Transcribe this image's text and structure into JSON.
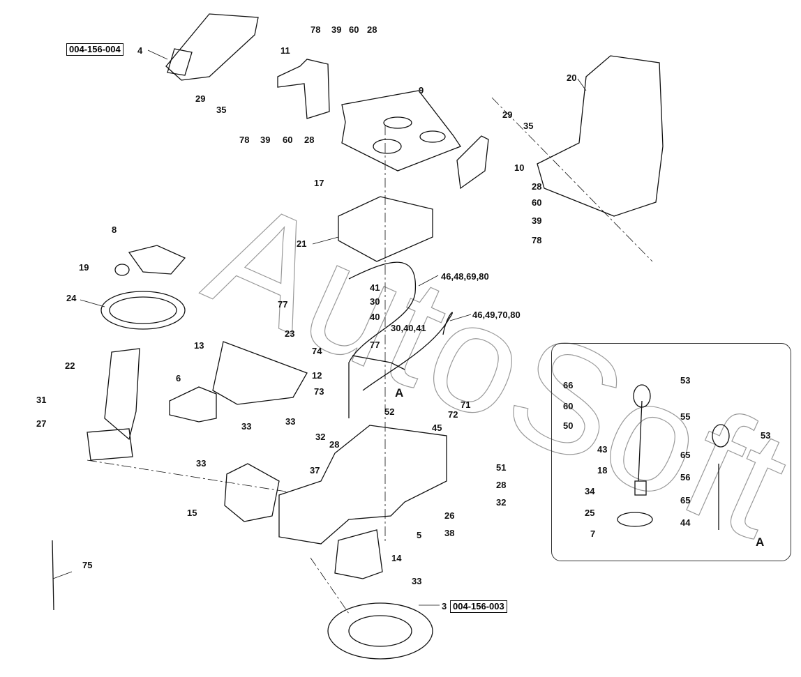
{
  "watermark": "AutoSoft",
  "references": [
    {
      "part": "4",
      "code": "004-156-004"
    },
    {
      "part": "3",
      "code": "004-156-003"
    }
  ],
  "callouts": [
    "78",
    "39",
    "60",
    "28",
    "11",
    "29",
    "35",
    "9",
    "20",
    "78",
    "39",
    "60",
    "28",
    "29",
    "35",
    "10",
    "17",
    "28",
    "60",
    "39",
    "78",
    "21",
    "8",
    "19",
    "46,48,69,80",
    "41",
    "77",
    "30",
    "24",
    "46,49,70,80",
    "40",
    "30,40,41",
    "23",
    "13",
    "74",
    "12",
    "22",
    "6",
    "73",
    "66",
    "53",
    "A",
    "71",
    "31",
    "60",
    "55",
    "52",
    "72",
    "27",
    "33",
    "33",
    "50",
    "32",
    "45",
    "28",
    "53",
    "65",
    "43",
    "33",
    "51",
    "37",
    "18",
    "56",
    "28",
    "34",
    "65",
    "32",
    "15",
    "25",
    "26",
    "44",
    "7",
    "5",
    "38",
    "A",
    "75",
    "14",
    "33",
    "77"
  ],
  "detail_view": {
    "label": "A"
  }
}
